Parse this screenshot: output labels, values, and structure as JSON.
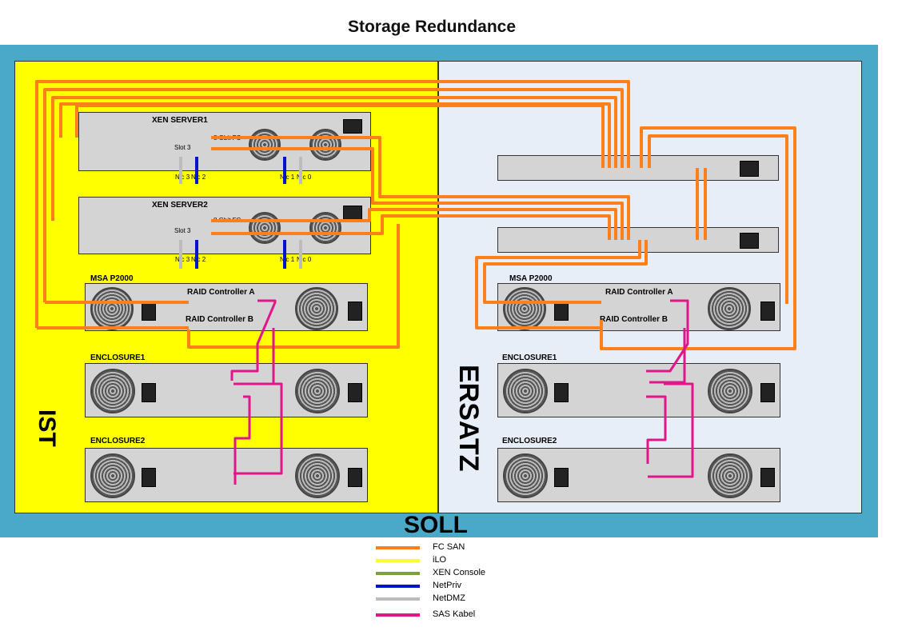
{
  "title": "Storage Redundance",
  "zones": {
    "left": "IST",
    "right": "ERSATZ",
    "bottom": "SOLL"
  },
  "left": {
    "server1": {
      "name": "XEN SERVER1",
      "fc": "8 Gbit FC",
      "slot": "Slot 3",
      "nic_a": "Nic 3",
      "nic_b": "Nic 2",
      "nic_c": "Nic 1",
      "nic_d": "Nic 0"
    },
    "server2": {
      "name": "XEN SERVER2",
      "fc": "8 Gbit FC",
      "slot": "Slot 3",
      "nic_a": "Nic 3",
      "nic_b": "Nic 2",
      "nic_c": "Nic 1",
      "nic_d": "Nic 0"
    },
    "msa": {
      "name": "MSA P2000",
      "ctrl_a": "RAID Controller A",
      "ctrl_b": "RAID Controller B"
    },
    "enclosure1": "ENCLOSURE1",
    "enclosure2": "ENCLOSURE2"
  },
  "right": {
    "msa": {
      "name": "MSA P2000",
      "ctrl_a": "RAID Controller A",
      "ctrl_b": "RAID Controller B"
    },
    "enclosure1": "ENCLOSURE1",
    "enclosure2": "ENCLOSURE2"
  },
  "legend": [
    {
      "label": "FC SAN",
      "color": "#ff7f1a"
    },
    {
      "label": "iLO",
      "color": "#ffff33"
    },
    {
      "label": "XEN Console",
      "color": "#77a23c"
    },
    {
      "label": "NetPriv",
      "color": "#0015cc"
    },
    {
      "label": "NetDMZ",
      "color": "#bcbcbc"
    },
    {
      "label": "SAS Kabel",
      "color": "#e0168a"
    }
  ]
}
